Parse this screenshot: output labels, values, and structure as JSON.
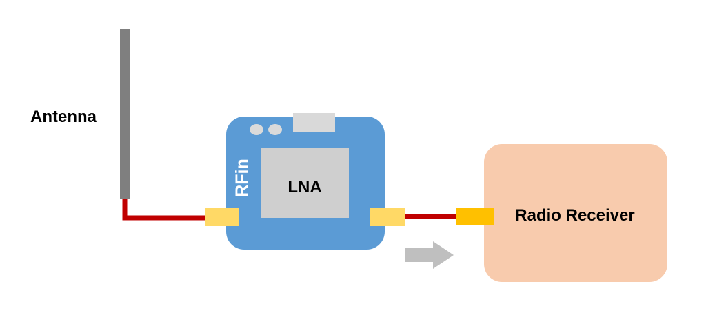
{
  "labels": {
    "antenna": "Antenna",
    "lna": "LNA",
    "rf_in": "RFin",
    "receiver": "Radio Receiver"
  },
  "colors": {
    "antenna_rod": "#7f7f7f",
    "cable": "#c00000",
    "board": "#5b9bd5",
    "board_holes": "#dadada",
    "usb_port": "#d9d9d9",
    "chip": "#cfcfcf",
    "connector": "#ffd966",
    "receiver_connector": "#ffc000",
    "receiver_box": "#f8cbad",
    "flow_arrow": "#bfbfbf"
  },
  "icons": {
    "flow": "right-arrow-icon"
  }
}
